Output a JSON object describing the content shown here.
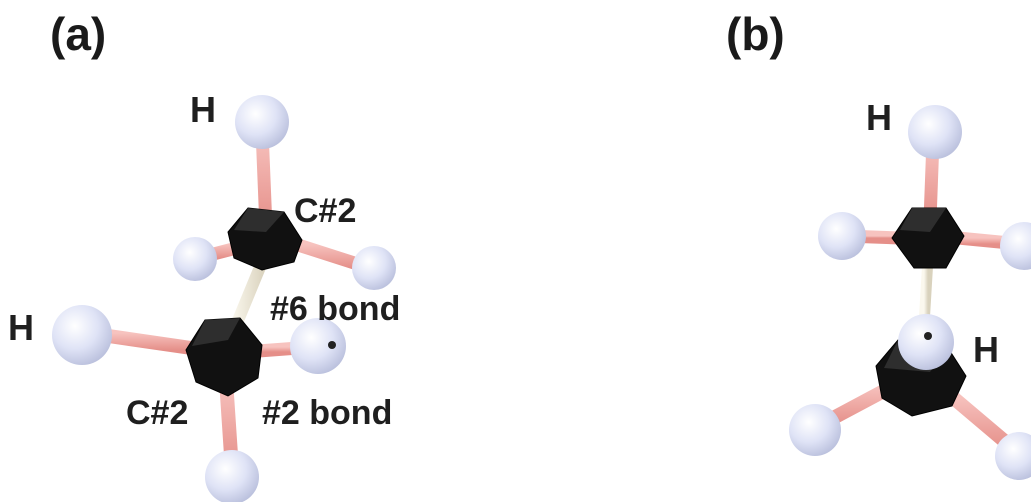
{
  "panels": {
    "a": {
      "label": "(a)",
      "labels": {
        "h_top": "H",
        "c_top": "C#2",
        "bond_6": "#6 bond",
        "h_left": "H",
        "c_bottom": "C#2",
        "bond_2": "#2 bond"
      }
    },
    "b": {
      "label": "(b)",
      "labels": {
        "h_top": "H",
        "h_mid": "H"
      }
    }
  },
  "colors": {
    "hydrogen": "#dfe3f6",
    "carbon": "#111111",
    "pink_bond": "#f2a6a1",
    "white_bond": "#f4efe0",
    "text": "#1f1f1f"
  }
}
